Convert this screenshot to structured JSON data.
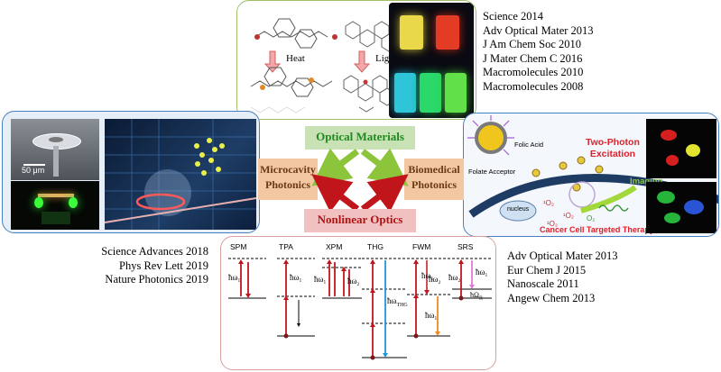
{
  "center": {
    "optical_materials": "Optical Materials",
    "microcavity": [
      "Microcavity",
      "Photonics"
    ],
    "biomedical": [
      "Biomedical",
      "Photonics"
    ],
    "nonlinear_optics": "Nonlinear Optics"
  },
  "top_panel": {
    "heat_label": "Heat",
    "light_label": "Light"
  },
  "left_panel": {
    "scale_label": "50 μm"
  },
  "right_panel": {
    "folic_acid": "Folic Acid",
    "folate_acceptor": "Folate Acceptor",
    "two_photon": [
      "Two-Photon",
      "Excitation"
    ],
    "imaging": "Imaging",
    "nucleus": "nucleus",
    "singlet_o2": [
      "¹O₂",
      "¹O₂",
      "¹O₂",
      "O₂"
    ],
    "therapy": "Cancer Cell Targeted Therapy"
  },
  "refs_top": [
    "Science 2014",
    "Adv Optical Mater 2013",
    "J Am Chem Soc 2010",
    "J Mater Chem C 2016",
    "Macromolecules 2010",
    "Macromolecules 2008"
  ],
  "refs_left": [
    "Science Advances 2018",
    "Phys Rev Lett 2019",
    "Nature Photonics 2019"
  ],
  "refs_right": [
    "Adv Optical Mater 2013",
    "Eur Chem J 2015",
    "Nanoscale 2011",
    "Angew Chem 2013"
  ],
  "nlo_panel": {
    "columns": [
      "SPM",
      "TPA",
      "XPM",
      "THG",
      "FWM",
      "SRS"
    ],
    "labels": {
      "spm": "ħω₁",
      "tpa": "ħω₁",
      "xpm1": "ħω₁",
      "xpm2": "ħω₂",
      "thg": "ħω",
      "thg_sub": "THG",
      "fwm1": "ħω₁",
      "fwm2": "ħω₂",
      "fwm3": "ħω₁",
      "srs1": "ħω₂",
      "srs2": "ħω₁",
      "srs3": "ħΩ",
      "srs3_sub": "R"
    }
  },
  "colors": {
    "green_box": "#c9e2b5",
    "orange_box": "#f3c7a2",
    "pink_box": "#f1c0c0",
    "green_arrow": "#8cc43c",
    "red_arrow": "#c0161b",
    "text_green": "#1f8a1f"
  }
}
